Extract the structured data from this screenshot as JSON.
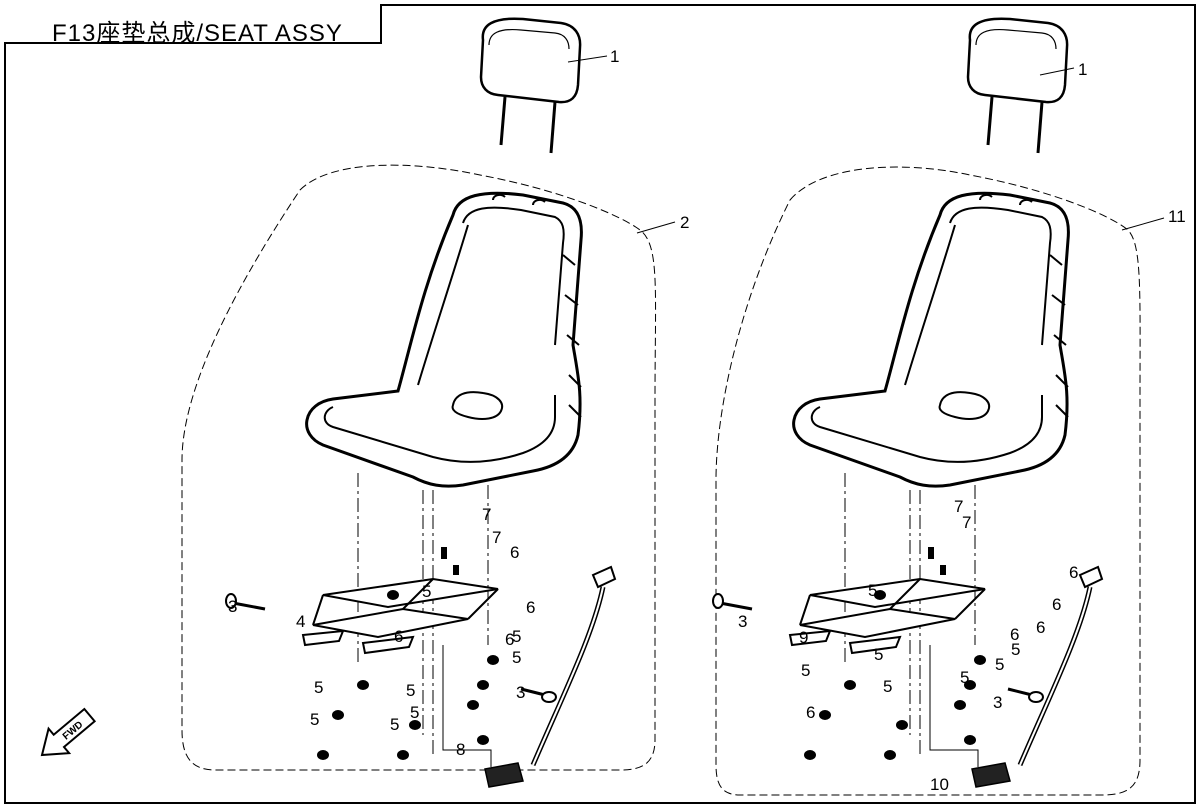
{
  "title": "F13座垫总成/SEAT ASSY",
  "fwd_label": "FWD",
  "left_assembly": {
    "callouts": [
      "1",
      "2",
      "3",
      "4",
      "5",
      "5",
      "5",
      "5",
      "5",
      "5",
      "5",
      "5",
      "6",
      "6",
      "6",
      "6",
      "7",
      "7",
      "3",
      "8"
    ]
  },
  "right_assembly": {
    "callouts": [
      "1",
      "11",
      "3",
      "9",
      "5",
      "5",
      "5",
      "5",
      "5",
      "5",
      "5",
      "6",
      "6",
      "6",
      "6",
      "6",
      "7",
      "7",
      "3",
      "10"
    ]
  },
  "colors": {
    "line": "#000000",
    "background": "#ffffff"
  }
}
